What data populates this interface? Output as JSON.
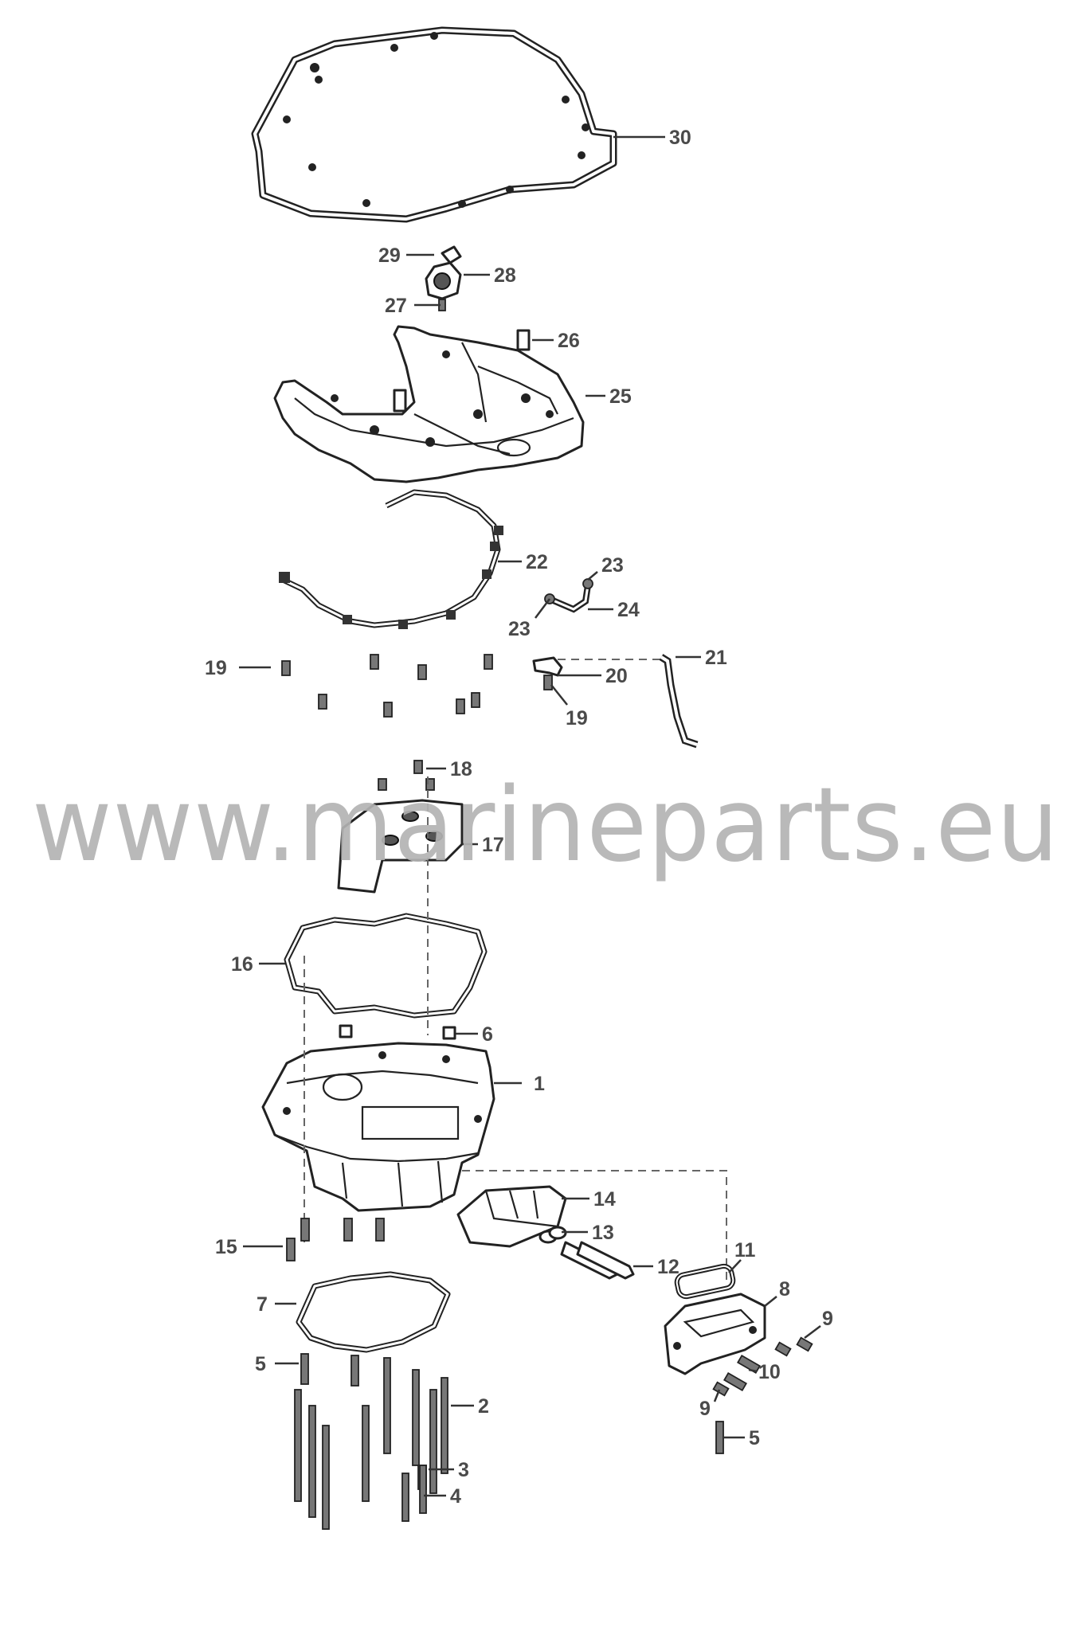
{
  "watermark": "www.marineparts.eu",
  "colors": {
    "line": "#222222",
    "label": "#4a4a4a",
    "watermark": "#b3b3b3",
    "background": "#ffffff"
  },
  "callouts": {
    "c1": "1",
    "c2": "2",
    "c3": "3",
    "c4": "4",
    "c5a": "5",
    "c5b": "5",
    "c6": "6",
    "c7": "7",
    "c8": "8",
    "c9a": "9",
    "c9b": "9",
    "c10": "10",
    "c11": "11",
    "c12": "12",
    "c13": "13",
    "c14": "14",
    "c15": "15",
    "c16": "16",
    "c17": "17",
    "c18": "18",
    "c19a": "19",
    "c19b": "19",
    "c20": "20",
    "c21": "21",
    "c22": "22",
    "c23a": "23",
    "c23b": "23",
    "c24": "24",
    "c25": "25",
    "c26": "26",
    "c27": "27",
    "c28": "28",
    "c29": "29",
    "c30": "30"
  }
}
